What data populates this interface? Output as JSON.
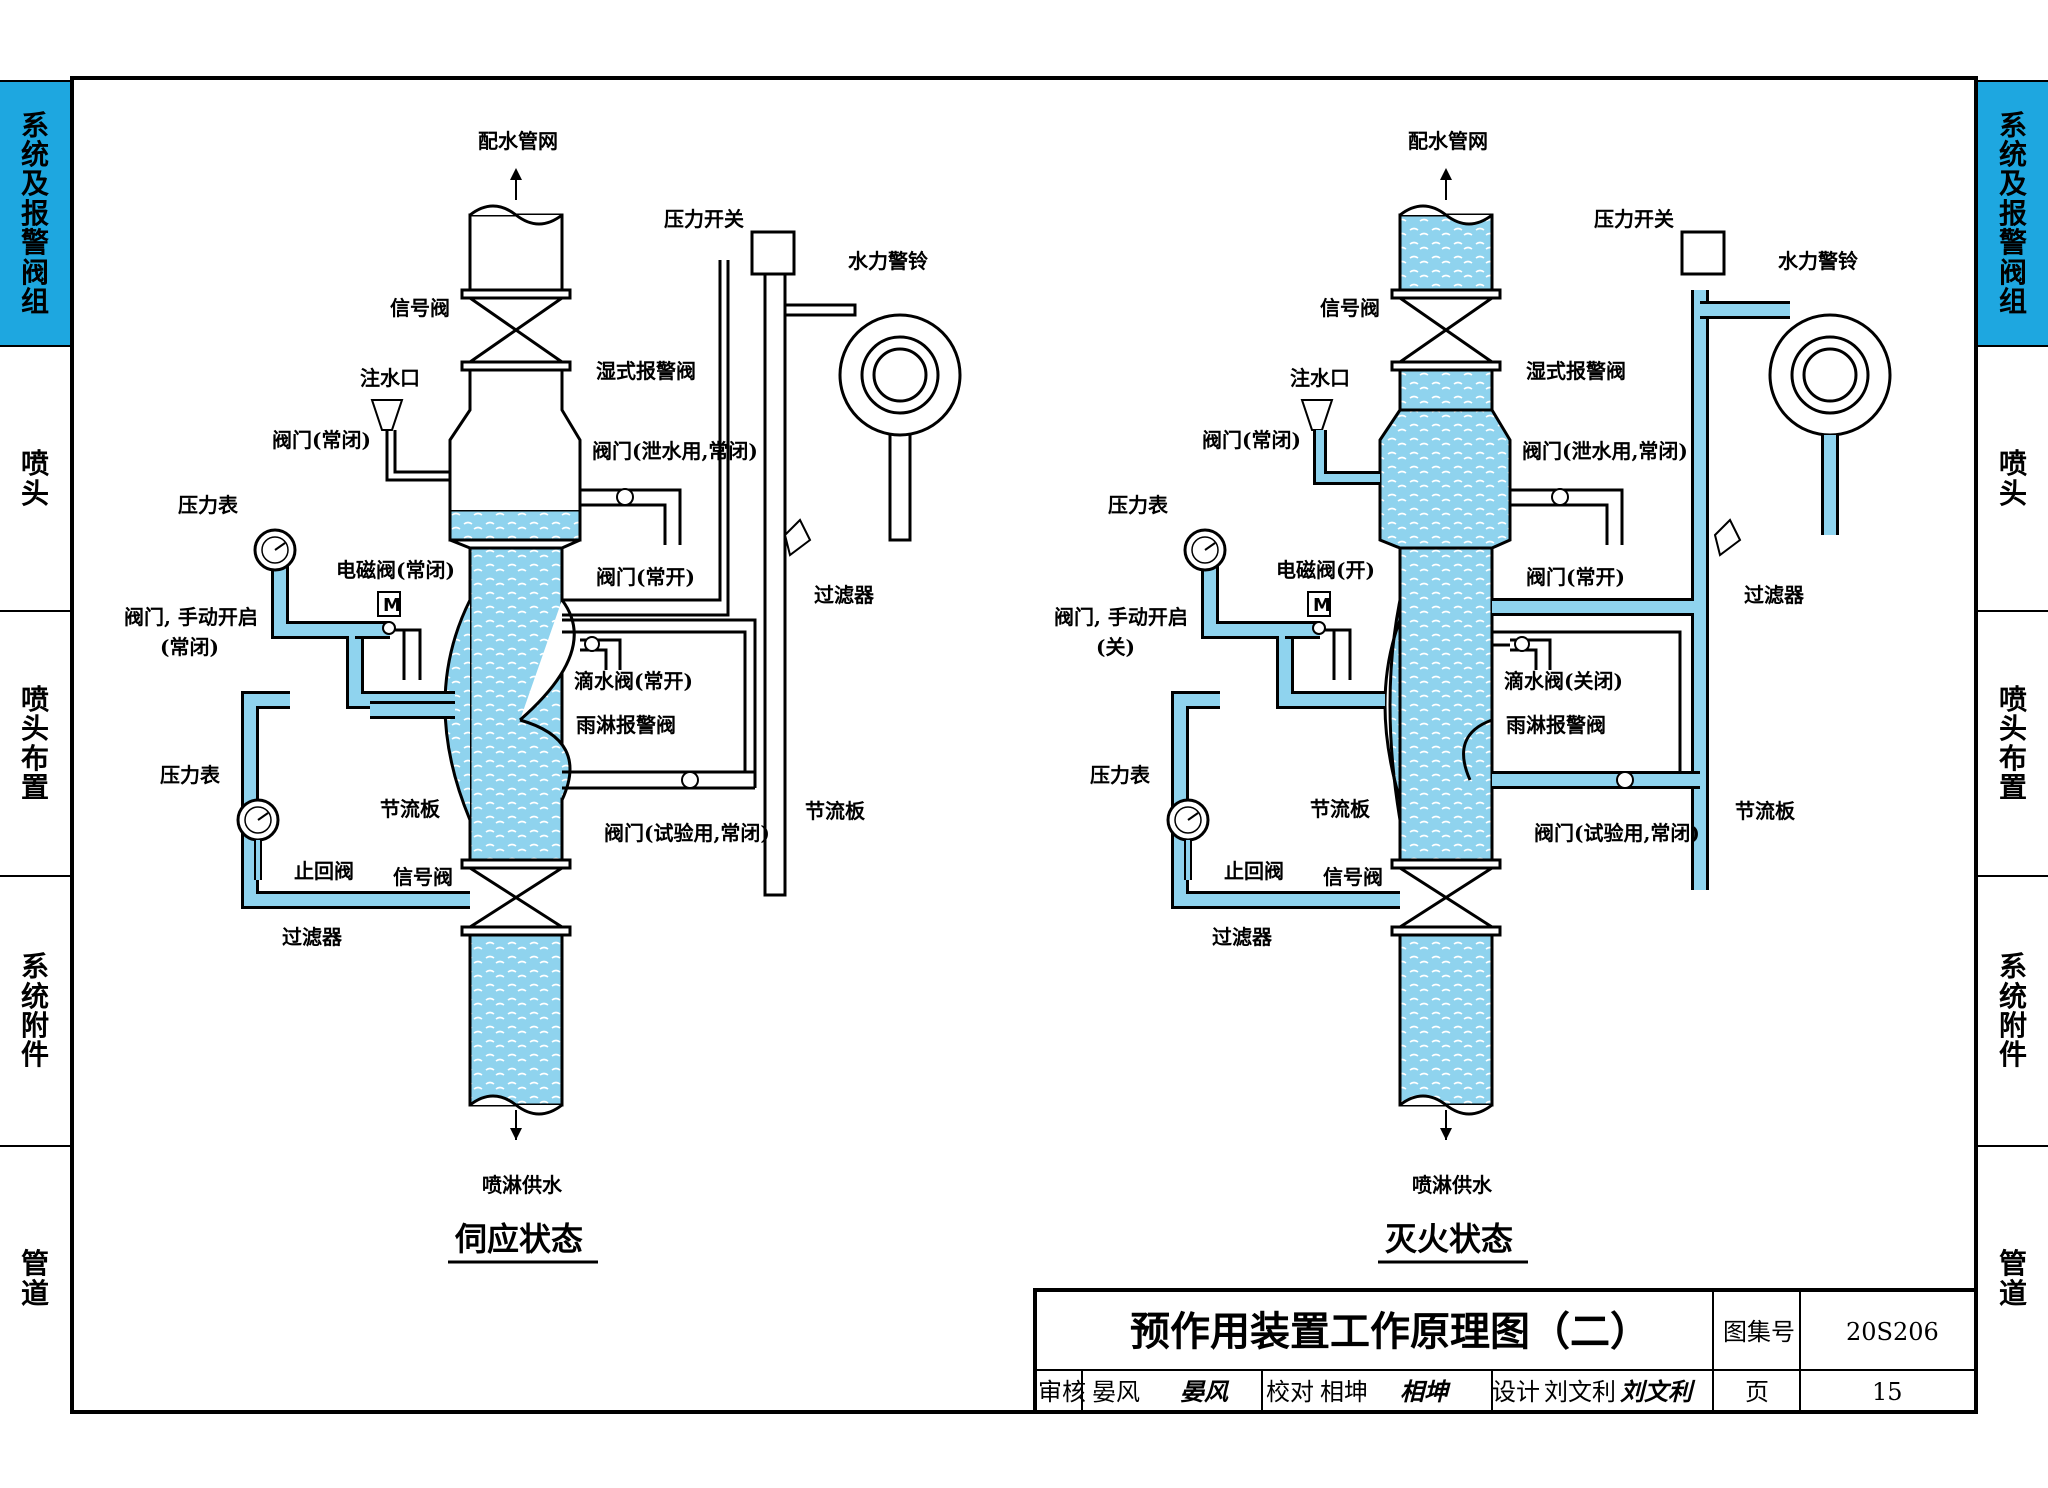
{
  "sidebar_left": [
    {
      "chars": [
        "系",
        "统",
        "及",
        "报",
        "警",
        "阀",
        "组"
      ],
      "active": true
    },
    {
      "chars": [
        "喷",
        "头"
      ],
      "active": false
    },
    {
      "chars": [
        "喷",
        "头",
        "布",
        "置"
      ],
      "active": false
    },
    {
      "chars": [
        "系",
        "统",
        "附",
        "件"
      ],
      "active": false
    },
    {
      "chars": [
        "管",
        "道"
      ],
      "active": false
    }
  ],
  "colors": {
    "water": "#8fd3ee",
    "accent": "#1ea7e0",
    "line": "#000000"
  },
  "left_diagram": {
    "state_title": "伺应状态",
    "labels": {
      "top_pipe": "配水管网",
      "signal_valve_top": "信号阀",
      "inlet": "注水口",
      "valve_closed": "阀门(常闭)",
      "wet_alarm_valve": "湿式报警阀",
      "valve_drain": "阀门(泄水用,常闭)",
      "pressure_gauge_1": "压力表",
      "solenoid": "电磁阀(常闭)",
      "valve_open": "阀门(常开)",
      "valve_manual_1": "阀门, 手动开启",
      "valve_manual_2": "(常闭)",
      "drip_valve": "滴水阀(常开)",
      "deluge_valve": "雨淋报警阀",
      "pressure_gauge_2": "压力表",
      "orifice_1": "节流板",
      "check_valve": "止回阀",
      "signal_valve_bottom": "信号阀",
      "filter_1": "过滤器",
      "valve_test": "阀门(试验用,常闭)",
      "orifice_2": "节流板",
      "filter_2": "过滤器",
      "pressure_switch": "压力开关",
      "water_bell": "水力警铃",
      "supply": "喷淋供水"
    }
  },
  "right_diagram": {
    "state_title": "灭火状态",
    "labels": {
      "top_pipe": "配水管网",
      "signal_valve_top": "信号阀",
      "inlet": "注水口",
      "valve_closed": "阀门(常闭)",
      "wet_alarm_valve": "湿式报警阀",
      "valve_drain": "阀门(泄水用,常闭)",
      "pressure_gauge_1": "压力表",
      "solenoid": "电磁阀(开)",
      "valve_open": "阀门(常开)",
      "valve_manual_1": "阀门, 手动开启",
      "valve_manual_2": "(关)",
      "drip_valve": "滴水阀(关闭)",
      "deluge_valve": "雨淋报警阀",
      "pressure_gauge_2": "压力表",
      "orifice_1": "节流板",
      "check_valve": "止回阀",
      "signal_valve_bottom": "信号阀",
      "filter_1": "过滤器",
      "valve_test": "阀门(试验用,常闭)",
      "orifice_2": "节流板",
      "filter_2": "过滤器",
      "pressure_switch": "压力开关",
      "water_bell": "水力警铃",
      "supply": "喷淋供水"
    }
  },
  "title_block": {
    "title": "预作用装置工作原理图（二）",
    "atlas_label": "图集号",
    "atlas_no": "20S206",
    "page_label": "页",
    "page_no": "15",
    "review_label": "审核",
    "review_name": "晏风",
    "review_sig": "晏风",
    "check_label": "校对",
    "check_name": "相坤",
    "check_sig": "相坤",
    "design_label": "设计",
    "design_name": "刘文利",
    "design_sig": "刘文利"
  }
}
